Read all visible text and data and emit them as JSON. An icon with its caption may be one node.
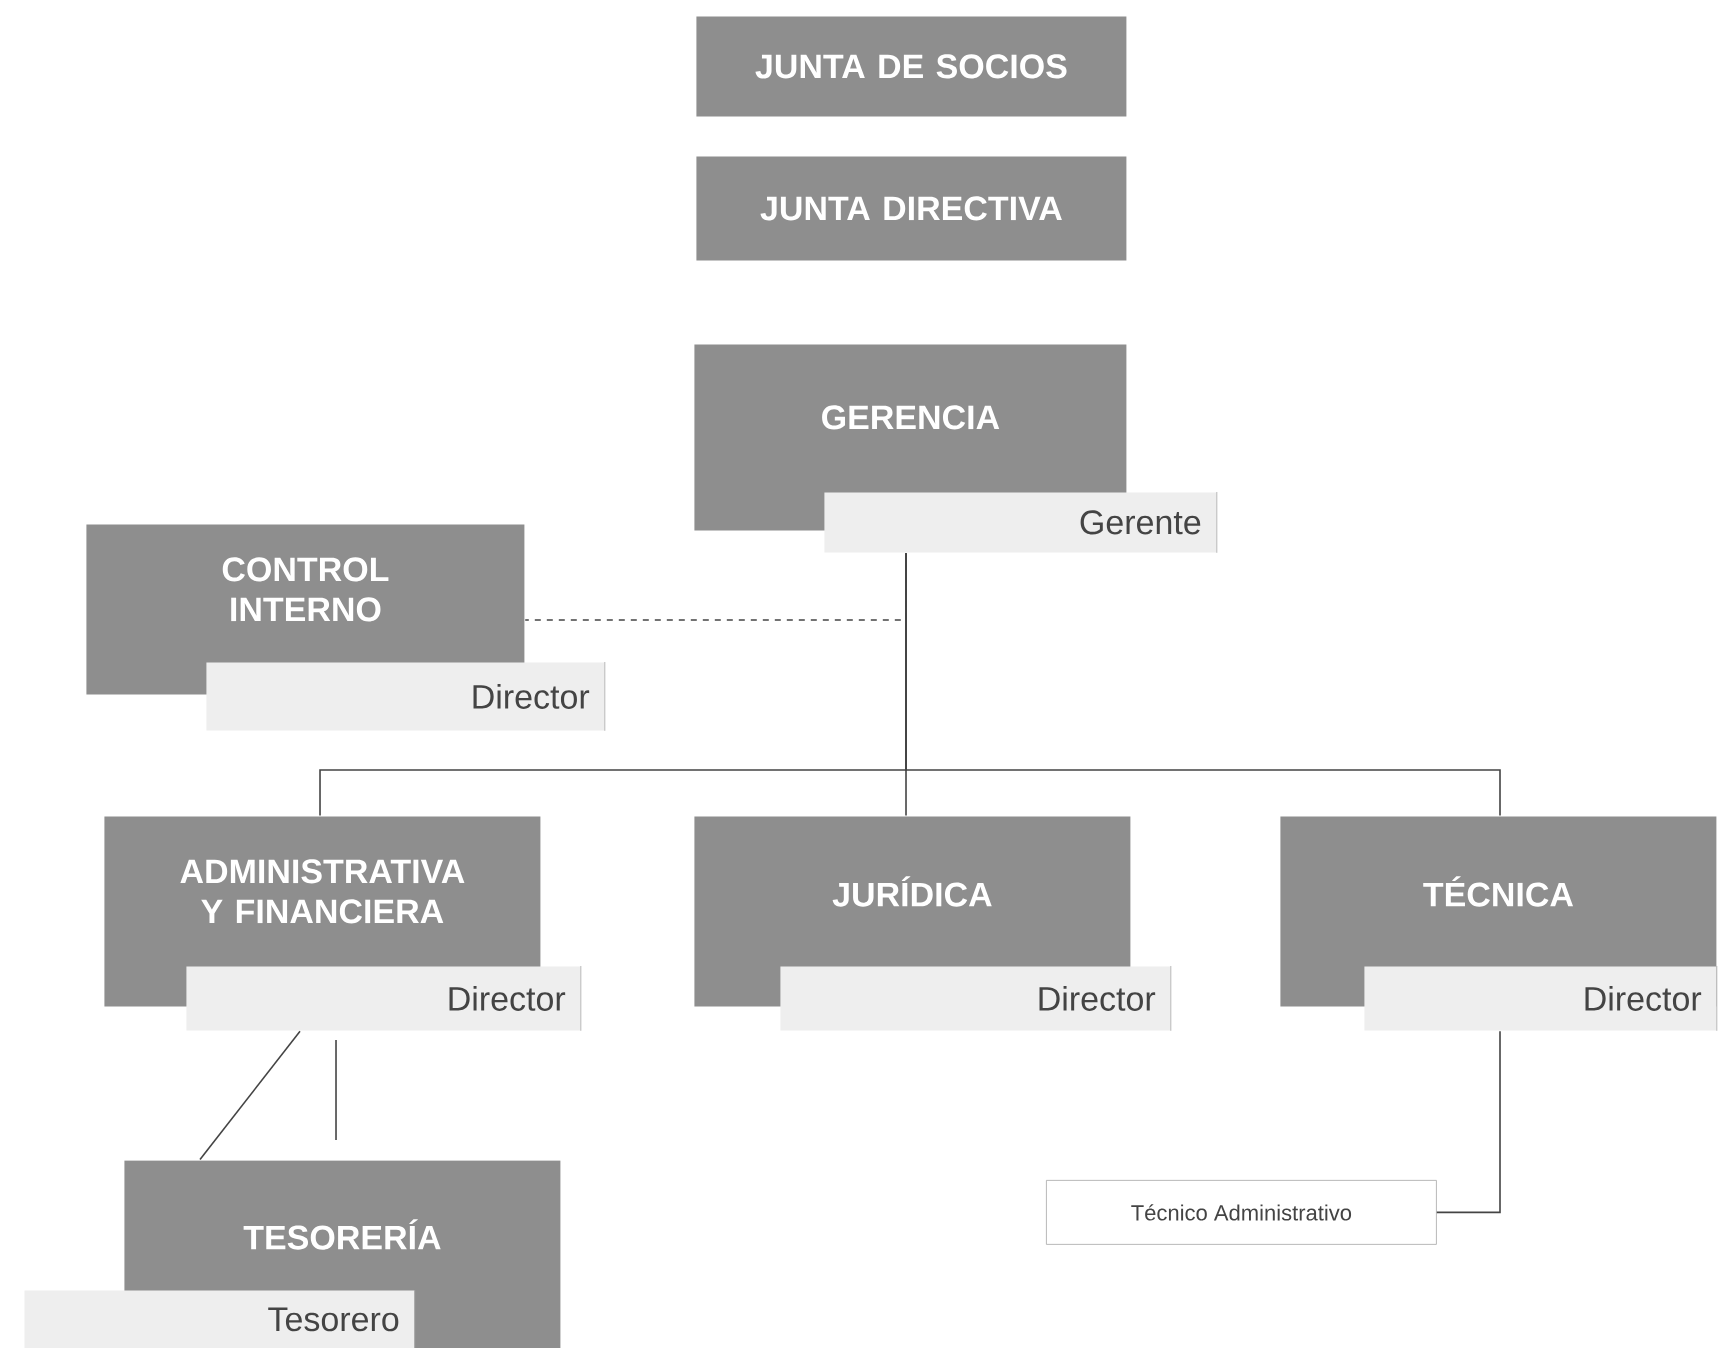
{
  "diagram": {
    "nodes": [
      {
        "text": [
          "JUNTA DE SOCIOS"
        ]
      },
      {
        "text": [
          "JUNTA DIRECTIVA"
        ]
      },
      {
        "text": [
          "GERENCIA",
          "Gerente"
        ]
      },
      {
        "text": [
          "CONTROL INTERNO",
          "Director"
        ]
      },
      {
        "text": [
          "ADMINISTRATIVA Y FINANCIERA",
          "Director"
        ]
      },
      {
        "text": [
          "JURÍDICA",
          "Director"
        ]
      },
      {
        "text": [
          "TÉCNICA",
          "Director"
        ]
      },
      {
        "text": [
          "TESORERÍA",
          "Tesorero"
        ]
      },
      {
        "text": [
          "Técnico Administrativo"
        ]
      }
    ],
    "edges": [
      {
        "from": 2,
        "to": 3,
        "arrow": "none",
        "style": "dashed"
      },
      {
        "from": 2,
        "to": 4,
        "arrow": "none"
      },
      {
        "from": 2,
        "to": 5,
        "arrow": "none"
      },
      {
        "from": 2,
        "to": 6,
        "arrow": "none"
      },
      {
        "from": 4,
        "to": 7,
        "arrow": "none"
      },
      {
        "from": 6,
        "to": 8,
        "arrow": "none"
      }
    ]
  }
}
